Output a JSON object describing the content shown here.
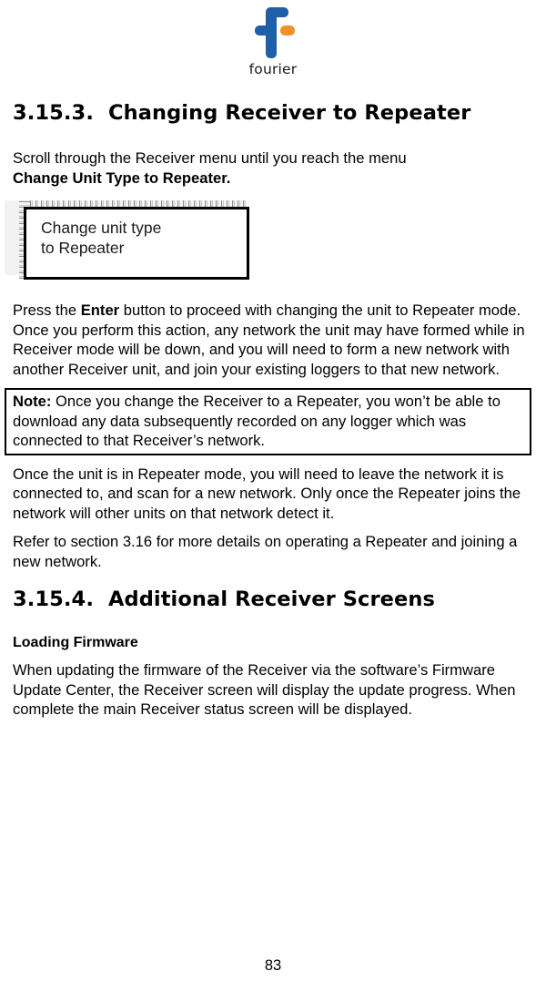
{
  "header": {
    "logo_icon": "fourier-f-logo-icon",
    "wordmark": "fourier",
    "logo_colors": {
      "blue": "#1f5fa9",
      "orange": "#f0922b"
    }
  },
  "sections": [
    {
      "number": "3.15.3.",
      "title": "Changing Receiver to Repeater"
    },
    {
      "number": "3.15.4.",
      "title": "Additional Receiver Screens"
    }
  ],
  "intro": {
    "lead_text": "Scroll through the Receiver menu until you reach the menu ",
    "lead_bold": "Change Unit Type to Repeater."
  },
  "lcd_screen": {
    "line1": "Change unit type",
    "line2": "to Repeater"
  },
  "paragraphs": {
    "press_enter_pre": "Press the ",
    "press_enter_bold": "Enter",
    "press_enter_post": " button to proceed with changing the unit to Repeater mode. Once you perform this action, any network the unit may have formed while in Receiver mode will be down, and you will need to form a new network with another Receiver unit, and join your existing loggers to that new network.",
    "repeater_mode": "Once the unit is in Repeater mode, you will need to leave the network it is connected to, and scan for a new network. Only once the Repeater joins the network will other units on that network detect it.",
    "refer_section": "Refer to section 3.16 for more details on operating a Repeater and joining a new network.",
    "firmware_body": "When updating the firmware of the Receiver via the software’s Firmware Update Center, the Receiver screen will display the update progress. When complete the main Receiver status screen will be displayed."
  },
  "note": {
    "label": "Note:",
    "text": " Once you change the Receiver to a Repeater, you won’t be able to download any data subsequently recorded on any logger which was connected to that Receiver’s network."
  },
  "subheadings": {
    "loading_firmware": "Loading Firmware"
  },
  "footer": {
    "page_number": "83"
  }
}
